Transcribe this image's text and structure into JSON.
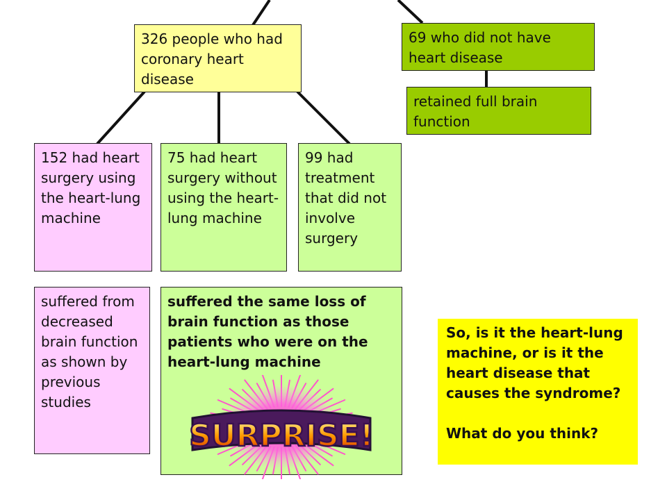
{
  "nodes": {
    "chd": "326 people who had coronary heart disease",
    "no_hd": "69 who did not have heart disease",
    "retained": "retained full brain function",
    "lung_machine": "152 had heart surgery using the heart-lung machine",
    "no_machine": "75 had heart surgery without using the heart-lung machine",
    "no_surgery": "99 had treatment that did not involve surgery",
    "decreased": "suffered from decreased brain function as shown by previous studies",
    "same_loss": "suffered the same loss of brain function as those patients who were on the heart-lung machine"
  },
  "surprise": {
    "text": "SURPRISE!"
  },
  "question": {
    "line1": "So, is it the heart-lung machine, or is it the heart disease that causes the syndrome?",
    "line2": "What do you think?"
  },
  "colors": {
    "yellow": "#ffff99",
    "green": "#99cc00",
    "pink": "#ffccff",
    "light_green": "#ccff99",
    "bright_yellow": "#ffff00"
  }
}
